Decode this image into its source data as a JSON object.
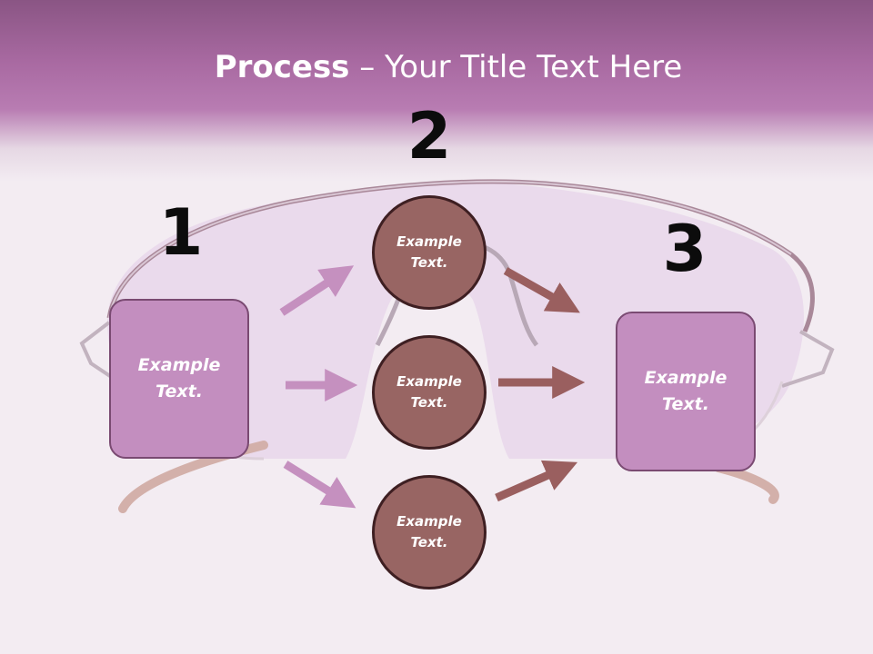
{
  "title": {
    "bold": "Process",
    "rest": " – Your Title Text Here"
  },
  "steps": [
    "1",
    "2",
    "3"
  ],
  "left_box": "Example\nText.",
  "right_box": "Example\nText.",
  "circles": [
    "Example\nText.",
    "Example\nText.",
    "Example\nText."
  ],
  "colors": {
    "box_fill": "#c38ebf",
    "circle_fill": "#986563",
    "arrow_pink": "#c590bf",
    "arrow_brown": "#9a5f5f",
    "header": "#a96aa2"
  }
}
